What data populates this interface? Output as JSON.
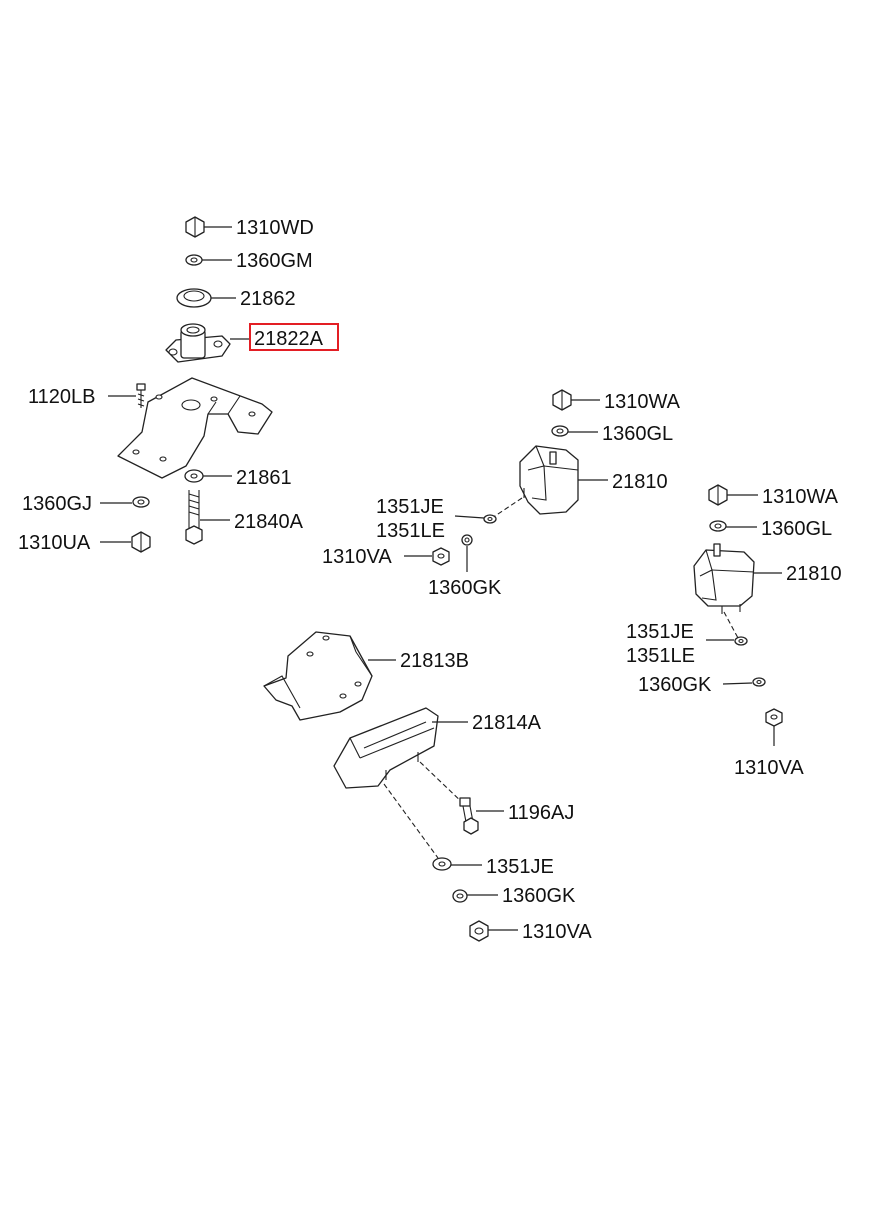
{
  "diagram": {
    "highlight_color": "#e31e24",
    "highlighted_part": "21822A",
    "labels": {
      "p1310WD": "1310WD",
      "p1360GM": "1360GM",
      "p21862": "21862",
      "p21822A": "21822A",
      "p1120LB": "1120LB",
      "p21861": "21861",
      "p1360GJ": "1360GJ",
      "p21840A": "21840A",
      "p1310UA": "1310UA",
      "m1310WA": "1310WA",
      "m1360GL": "1360GL",
      "m21810": "21810",
      "m1351JE": "1351JE",
      "m1351LE": "1351LE",
      "m1310VA": "1310VA",
      "m1360GK": "1360GK",
      "r1310WA": "1310WA",
      "r1360GL": "1360GL",
      "r21810": "21810",
      "r1351JE": "1351JE",
      "r1351LE": "1351LE",
      "r1360GK": "1360GK",
      "r1310VA": "1310VA",
      "b21813B": "21813B",
      "b21814A": "21814A",
      "b1196AJ": "1196AJ",
      "b1351JE": "1351JE",
      "b1360GK": "1360GK",
      "b1310VA": "1310VA"
    }
  }
}
